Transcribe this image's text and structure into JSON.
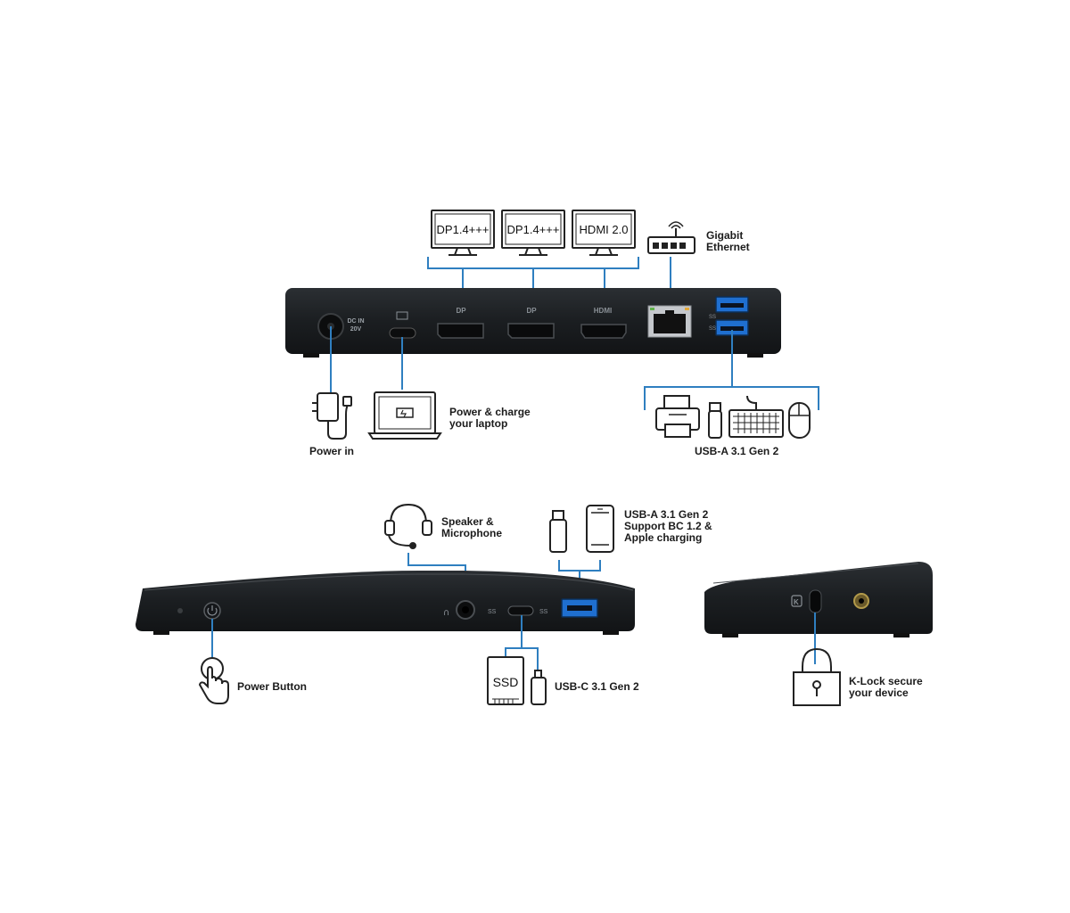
{
  "rear_panel": {
    "port_dc_in": "DC IN",
    "port_dc_volt": "20V",
    "port_dp1": "DP",
    "port_dp2": "DP",
    "port_hdmi": "HDMI",
    "monitor_1": "DP1.4+++",
    "monitor_2": "DP1.4+++",
    "monitor_3": "HDMI 2.0"
  },
  "labels": {
    "gigabit_line1": "Gigabit",
    "gigabit_line2": "Ethernet",
    "power_in": "Power in",
    "laptop_line1": "Power & charge",
    "laptop_line2": "your laptop",
    "usb_a_rear": "USB-A 3.1 Gen 2",
    "speaker_line1": "Speaker &",
    "speaker_line2": "Microphone",
    "front_usba_line1": "USB-A 3.1 Gen 2",
    "front_usba_line2": "Support BC 1.2 &",
    "front_usba_line3": "Apple charging",
    "power_button": "Power Button",
    "ssd": "SSD",
    "usb_c": "USB-C 3.1 Gen 2",
    "klock_line1": "K-Lock secure",
    "klock_line2": "your device"
  },
  "colors": {
    "connector_line": "#2f7fc0",
    "device_body": "#1c1f22",
    "usb_port_blue": "#1f6fd0",
    "icon_stroke": "#222222",
    "label_text": "#1b1b1b"
  }
}
